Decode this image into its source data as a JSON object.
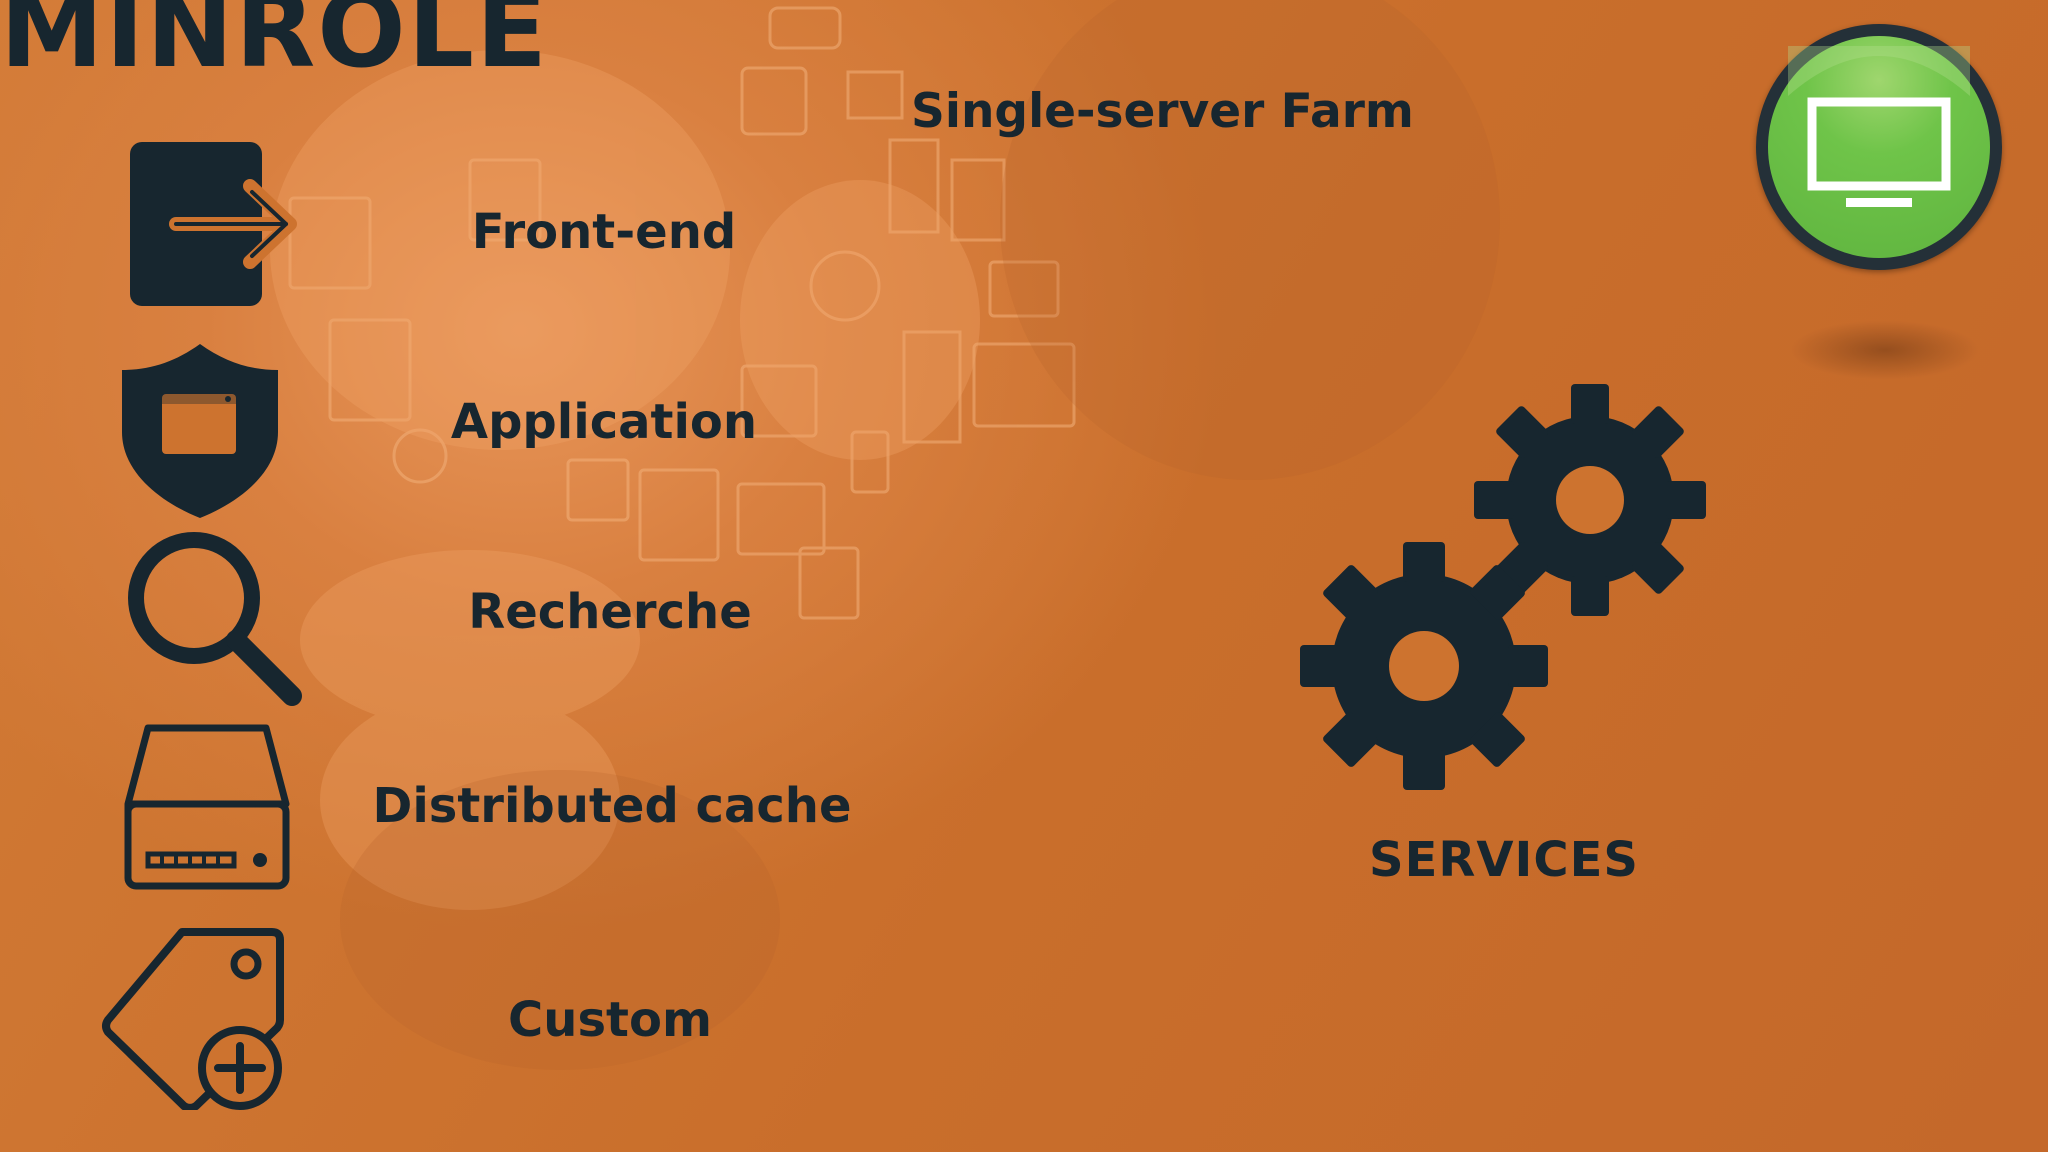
{
  "title": "MINROLE",
  "farm_label": "Single-server Farm",
  "roles": [
    {
      "label": "Front-end",
      "icon": "exit-door-icon"
    },
    {
      "label": "Application",
      "icon": "shield-window-icon"
    },
    {
      "label": "Recherche",
      "icon": "magnifier-icon"
    },
    {
      "label": "Distributed cache",
      "icon": "server-drive-icon"
    },
    {
      "label": "Custom",
      "icon": "tag-plus-icon"
    }
  ],
  "services_label": "SERVICES",
  "icons": {
    "monitor": "monitor-icon",
    "gears": "gears-icon"
  },
  "colors": {
    "background": "#cd732f",
    "text": "#17262f",
    "monitor_green": "#5fb43f"
  }
}
